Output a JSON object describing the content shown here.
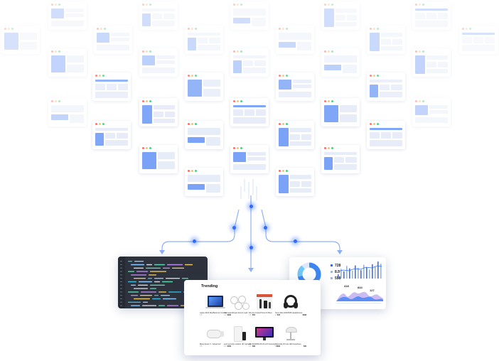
{
  "trending": {
    "title": "Trending",
    "products": [
      {
        "name": "Apple 2024 MacBook Air 13-inch",
        "rating": "4.8",
        "price": "$999"
      },
      {
        "name": "Carmela Mosaic Accent Light",
        "rating": "4.6",
        "price": "$54"
      },
      {
        "name": "We Are Kosta Pizza Kit Best",
        "rating": "4.6",
        "price": "$44"
      },
      {
        "name": "Sony WH-1000XM5 Headphones",
        "rating": "4.7",
        "price": "$398"
      },
      {
        "name": "Meta Quest 3 - Advanced",
        "rating": "4.5",
        "price": "$499"
      },
      {
        "name": "eero security outdoor 4K Camera",
        "rating": "4.6",
        "price": "$99"
      },
      {
        "name": "LG 32GR93U-B 32-inch Gaming",
        "rating": "4.6",
        "price": "$699"
      },
      {
        "name": "Naturalis 15 Lite LED Anywhere",
        "rating": "4.4",
        "price": "$39"
      }
    ]
  },
  "analytics": {
    "stats": [
      "728",
      "8.5",
      "558"
    ],
    "metric_a": "418",
    "metric_b": "844",
    "metric_c": "127"
  },
  "colors": {
    "accent": "#2f6bff",
    "tile_blue": "#7aa2f7",
    "tile_light": "#e6ecf8",
    "code_bg": "#2d323c"
  }
}
